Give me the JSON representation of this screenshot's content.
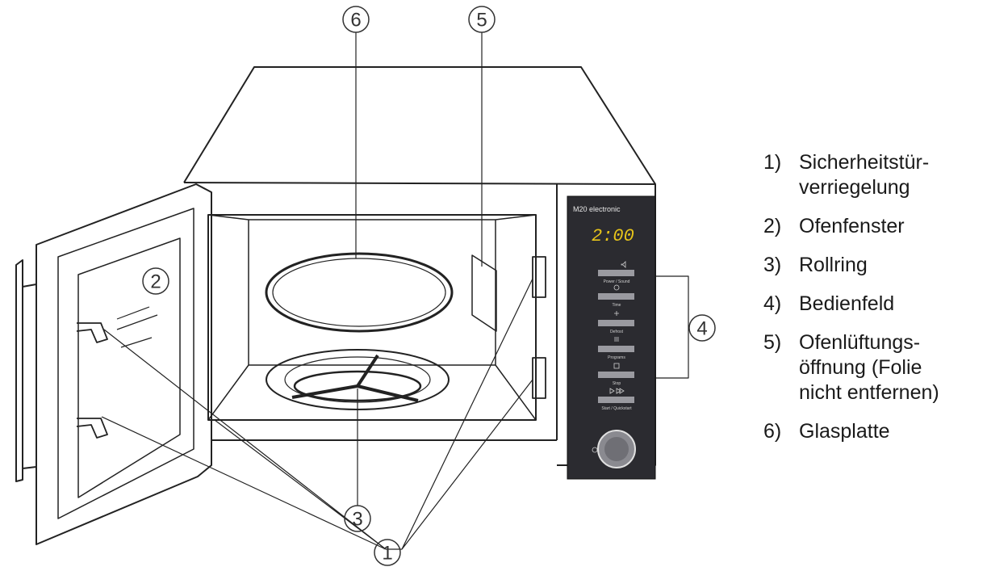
{
  "callouts": [
    "6",
    "5",
    "4",
    "3",
    "2",
    "1"
  ],
  "control_panel": {
    "brand": "M20 electronic",
    "display": "2:00",
    "buttons": [
      "Power / Sound",
      "Time",
      "Defrost",
      "Programs",
      "Stop",
      "Start / Quickstart"
    ]
  },
  "legend": [
    {
      "num": "1)",
      "text": "Sicherheitstür-\nverriegelung"
    },
    {
      "num": "2)",
      "text": "Ofenfenster"
    },
    {
      "num": "3)",
      "text": "Rollring"
    },
    {
      "num": "4)",
      "text": "Bedienfeld"
    },
    {
      "num": "5)",
      "text": "Ofenlüftungs-\nöffnung (Folie\nnicht entfernen)"
    },
    {
      "num": "6)",
      "text": "Glasplatte"
    }
  ]
}
